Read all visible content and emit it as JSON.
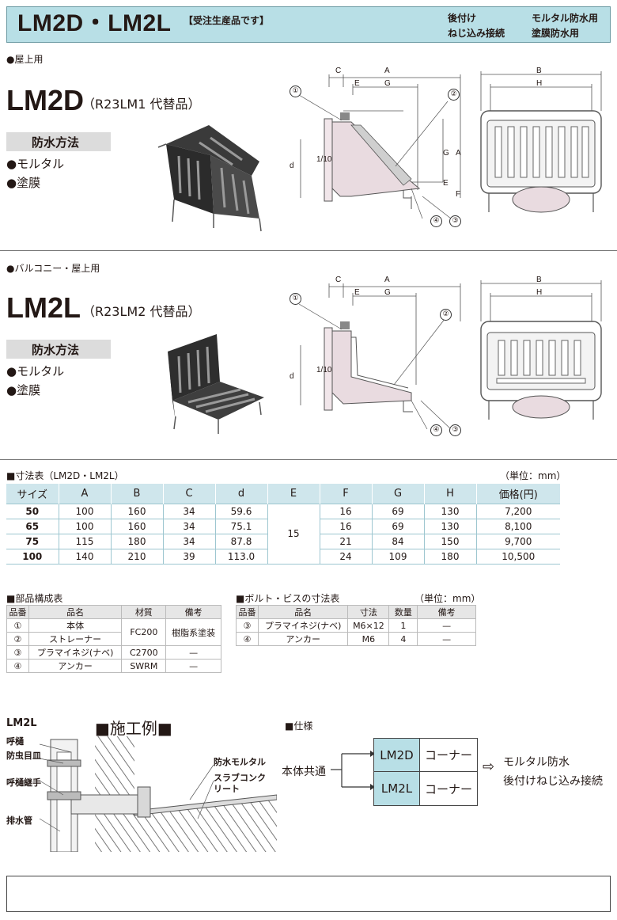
{
  "header": {
    "title": "LM2D・LM2L",
    "note": "【受注生産品です】",
    "features": [
      "後付け",
      "ねじ込み接続",
      "モルタル防水用",
      "塗膜防水用"
    ]
  },
  "sections": [
    {
      "usage": "●屋上用",
      "model": "LM2D",
      "replacement": "（R23LM1 代替品）",
      "method_title": "防水方法",
      "methods": [
        "●モルタル",
        "●塗膜"
      ]
    },
    {
      "usage": "●バルコニー・屋上用",
      "model": "LM2L",
      "replacement": "（R23LM2 代替品）",
      "method_title": "防水方法",
      "methods": [
        "●モルタル",
        "●塗膜"
      ]
    }
  ],
  "drawing_labels": {
    "dims": [
      "C",
      "A",
      "E",
      "G",
      "B",
      "H",
      "d",
      "G",
      "A",
      "E",
      "F",
      "1/10"
    ],
    "callouts": [
      "①",
      "②",
      "③",
      "④"
    ]
  },
  "dim_table": {
    "caption": "■寸法表（LM2D・LM2L）",
    "unit": "（単位：mm）",
    "headers": [
      "サイズ",
      "A",
      "B",
      "C",
      "d",
      "E",
      "F",
      "G",
      "H",
      "価格(円)"
    ],
    "rows": [
      [
        "50",
        "100",
        "160",
        "34",
        "59.6",
        "16",
        "69",
        "130",
        "7,200"
      ],
      [
        "65",
        "100",
        "160",
        "34",
        "75.1",
        "16",
        "69",
        "130",
        "8,100"
      ],
      [
        "75",
        "115",
        "180",
        "34",
        "87.8",
        "21",
        "84",
        "150",
        "9,700"
      ],
      [
        "100",
        "140",
        "210",
        "39",
        "113.0",
        "24",
        "109",
        "180",
        "10,500"
      ]
    ],
    "e_value": "15"
  },
  "parts_table": {
    "caption": "■部品構成表",
    "headers": [
      "品番",
      "品名",
      "材質",
      "備考"
    ],
    "rows": [
      [
        "①",
        "本体"
      ],
      [
        "②",
        "ストレーナー"
      ],
      [
        "③",
        "プラマイネジ(ナベ)",
        "C2700",
        "—"
      ],
      [
        "④",
        "アンカー",
        "SWRM",
        "—"
      ]
    ],
    "merged_material": "FC200",
    "merged_note": "樹脂系塗装"
  },
  "bolt_table": {
    "caption": "■ボルト・ビスの寸法表",
    "unit": "（単位：mm）",
    "headers": [
      "品番",
      "品名",
      "寸法",
      "数量",
      "備考"
    ],
    "rows": [
      [
        "③",
        "プラマイネジ(ナベ)",
        "M6×12",
        "1",
        "—"
      ],
      [
        "④",
        "アンカー",
        "M6",
        "4",
        "—"
      ]
    ]
  },
  "construction": {
    "model": "LM2L",
    "title": "■施工例■",
    "labels": [
      "呼樋",
      "防虫目皿",
      "呼樋継手",
      "排水管",
      "防水モルタル",
      "スラブコンク",
      "リート"
    ]
  },
  "spec": {
    "caption": "■仕様",
    "common": "本体共通",
    "rows": [
      {
        "model": "LM2D",
        "type": "コーナー"
      },
      {
        "model": "LM2L",
        "type": "コーナー"
      }
    ],
    "result": [
      "モルタル防水",
      "後付けねじ込み接続"
    ],
    "arrow": "⇨",
    "colors": {
      "model_bg": "#b8dfe6"
    }
  }
}
